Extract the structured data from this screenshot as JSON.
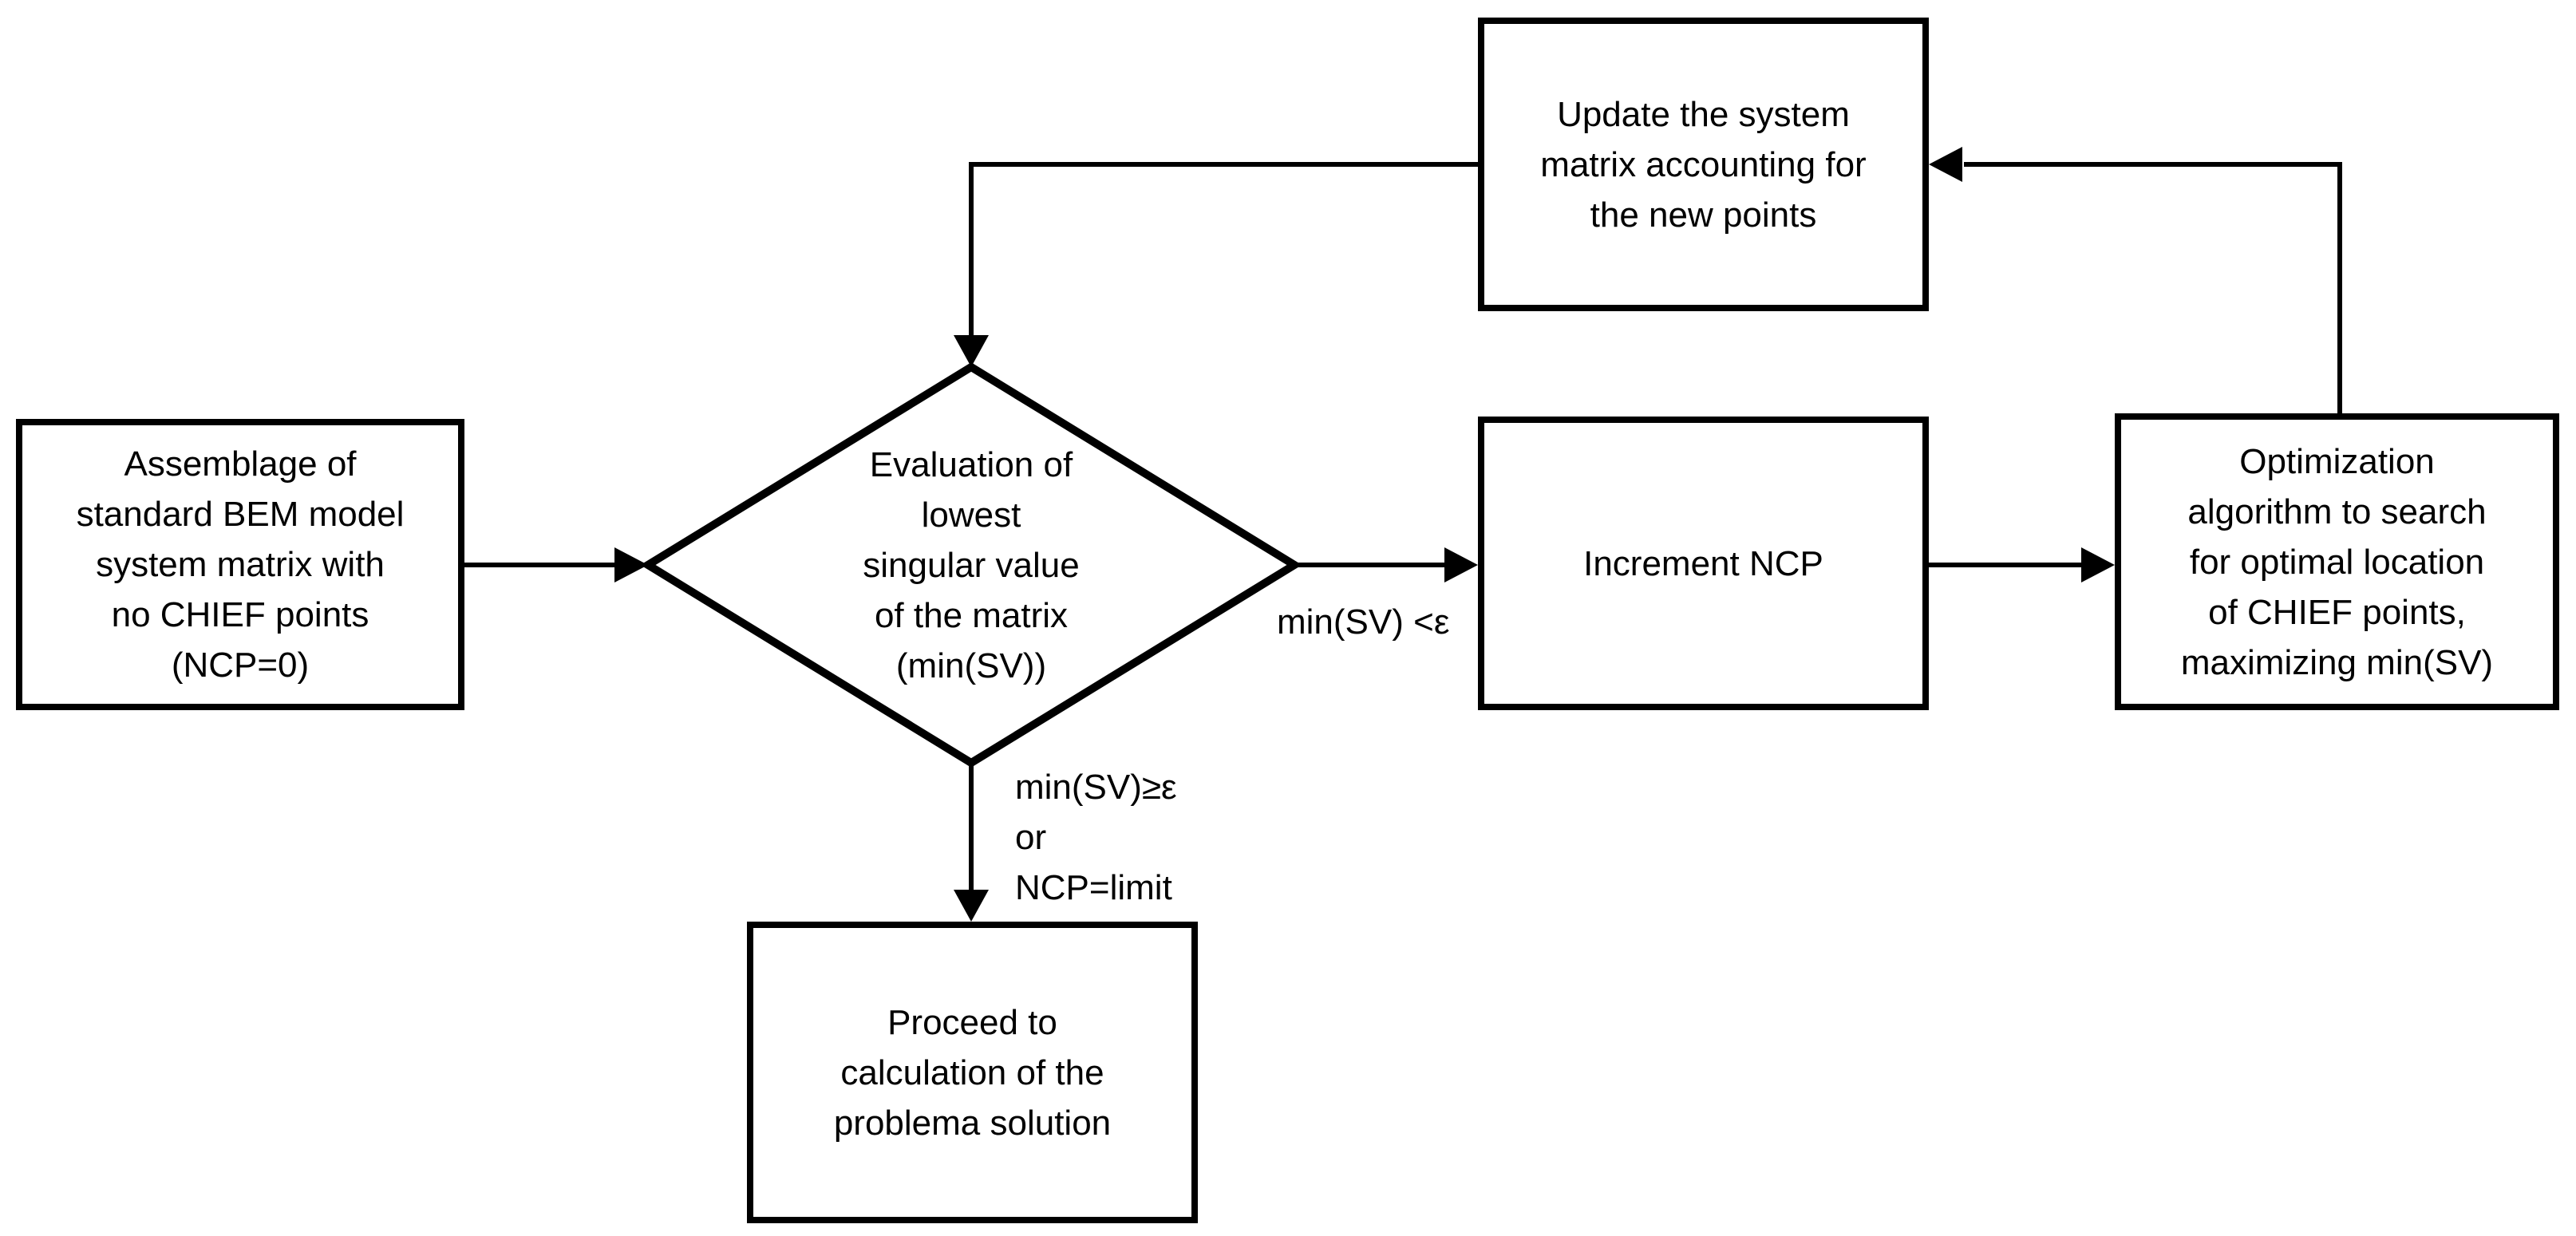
{
  "canvas": {
    "background_color": "#ffffff",
    "stroke_color": "#000000",
    "text_color": "#000000"
  },
  "nodes": {
    "start": {
      "shape": "rectangle",
      "label": "Assemblage of\nstandard BEM model\nsystem matrix with\nno CHIEF points\n(NCP=0)"
    },
    "decision": {
      "shape": "diamond",
      "label": "Evaluation of\nlowest\nsingular value\nof the matrix\n(min(SV))"
    },
    "increment": {
      "shape": "rectangle",
      "label": "Increment NCP"
    },
    "optimization": {
      "shape": "rectangle",
      "label": "Optimization\nalgorithm to search\nfor optimal location\nof CHIEF points,\nmaximizing min(SV)"
    },
    "update": {
      "shape": "rectangle",
      "label": "Update the system\nmatrix accounting for\nthe new points"
    },
    "proceed": {
      "shape": "rectangle",
      "label": "Proceed to\ncalculation of the\nproblema solution"
    }
  },
  "edge_labels": {
    "decision_to_increment": "min(SV) <ε",
    "decision_to_proceed": "min(SV)≥ε\nor\nNCP=limit"
  }
}
